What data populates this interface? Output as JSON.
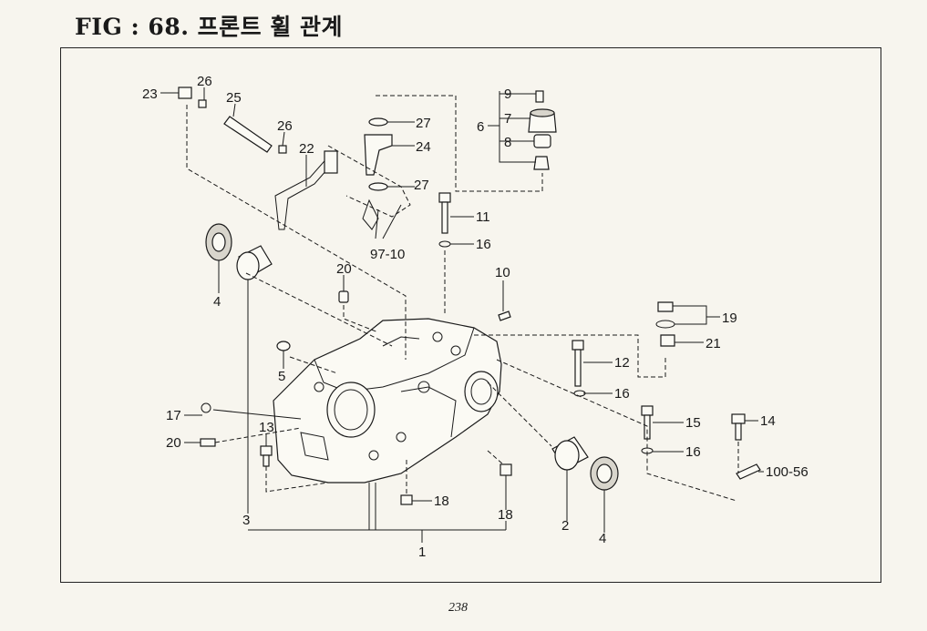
{
  "title": "FIG : 68. 프론트 휠 관계",
  "page_number": "238",
  "callouts": [
    {
      "label": "23"
    },
    {
      "label": "26"
    },
    {
      "label": "25"
    },
    {
      "label": "26"
    },
    {
      "label": "22"
    },
    {
      "label": "27"
    },
    {
      "label": "24"
    },
    {
      "label": "27"
    },
    {
      "label": "97-10"
    },
    {
      "label": "9"
    },
    {
      "label": "6"
    },
    {
      "label": "7"
    },
    {
      "label": "8"
    },
    {
      "label": "11"
    },
    {
      "label": "16"
    },
    {
      "label": "4"
    },
    {
      "label": "20"
    },
    {
      "label": "10"
    },
    {
      "label": "19"
    },
    {
      "label": "21"
    },
    {
      "label": "12"
    },
    {
      "label": "16"
    },
    {
      "label": "5"
    },
    {
      "label": "17"
    },
    {
      "label": "20"
    },
    {
      "label": "13"
    },
    {
      "label": "15"
    },
    {
      "label": "14"
    },
    {
      "label": "16"
    },
    {
      "label": "100-56"
    },
    {
      "label": "18"
    },
    {
      "label": "18"
    },
    {
      "label": "3"
    },
    {
      "label": "2"
    },
    {
      "label": "4"
    },
    {
      "label": "1"
    }
  ]
}
